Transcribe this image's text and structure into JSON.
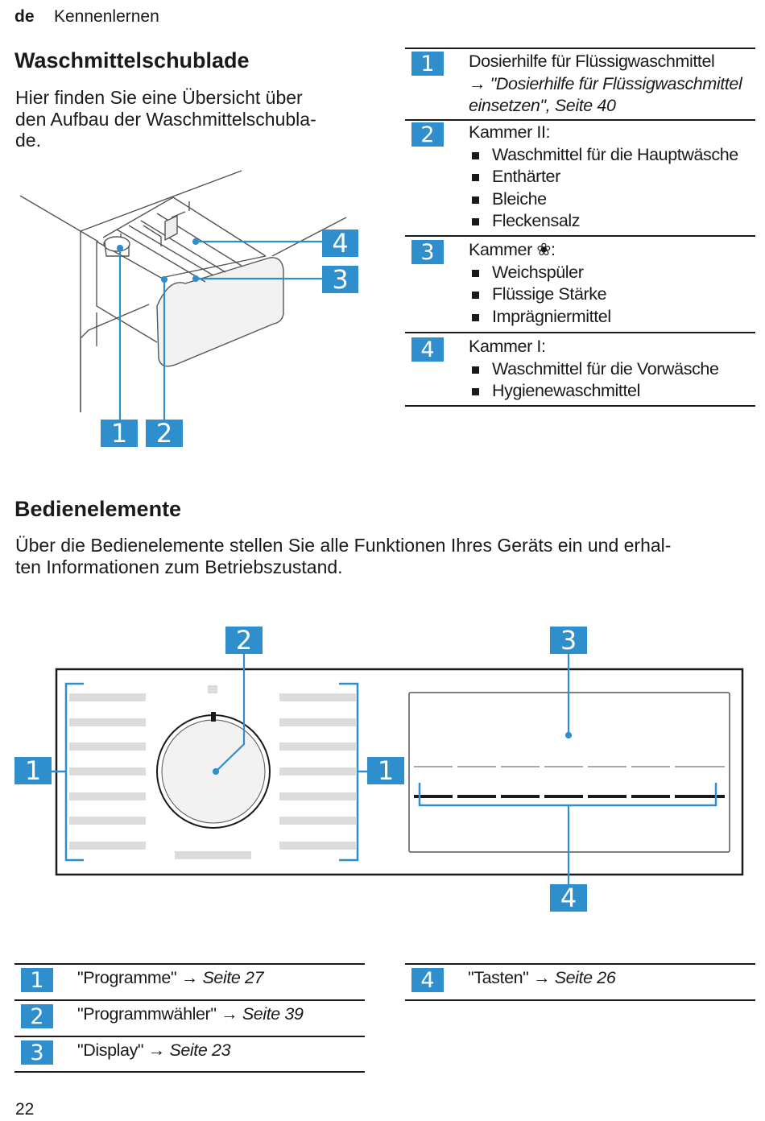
{
  "header": {
    "lang": "de",
    "section": "Kennenlernen"
  },
  "drawer": {
    "title": "Waschmittelschublade",
    "intro_l1": "Hier finden Sie eine Übersicht über",
    "intro_l2": "den Aufbau der Waschmittelschubla-",
    "intro_l3": "de.",
    "callouts": [
      "1",
      "2",
      "3",
      "4"
    ],
    "legend": {
      "r1_num": "1",
      "r1_title": "Dosierhilfe für Flüssigwaschmittel",
      "r1_link_l1": "→ \"Dosierhilfe für Flüssigwaschmittel",
      "r1_link_l2": "einsetzen\", Seite 40",
      "r2_num": "2",
      "r2_title": "Kammer II:",
      "r2_items": [
        "Waschmittel für die Hauptwäsche",
        "Enthärter",
        "Bleiche",
        "Fleckensalz"
      ],
      "r3_num": "3",
      "r3_title": "Kammer ❀:",
      "r3_items": [
        "Weichspüler",
        "Flüssige Stärke",
        "Imprägniermittel"
      ],
      "r4_num": "4",
      "r4_title": "Kammer I:",
      "r4_items": [
        "Waschmittel für die Vorwäsche",
        "Hygienewaschmittel"
      ]
    }
  },
  "controls": {
    "title": "Bedienelemente",
    "intro_l1": "Über die Bedienelemente stellen Sie alle Funktionen Ihres Geräts ein und erhal-",
    "intro_l2": "ten Informationen zum Betriebszustand.",
    "callouts": [
      "1",
      "1",
      "2",
      "3",
      "4"
    ],
    "legend_left": [
      {
        "num": "1",
        "label": "\"Programme\"",
        "arrow": "→",
        "page": "Seite 27"
      },
      {
        "num": "2",
        "label": "\"Programmwähler\"",
        "arrow": "→",
        "page": "Seite 39"
      },
      {
        "num": "3",
        "label": "\"Display\"",
        "arrow": "→",
        "page": "Seite 23"
      }
    ],
    "legend_right": [
      {
        "num": "4",
        "label": "\"Tasten\"",
        "arrow": "→",
        "page": "Seite 26"
      }
    ]
  },
  "footer": {
    "page": "22"
  },
  "colors": {
    "accent": "#2e8fcc",
    "panel_lines": "#dcdcdc",
    "text": "#1a1a1a"
  }
}
